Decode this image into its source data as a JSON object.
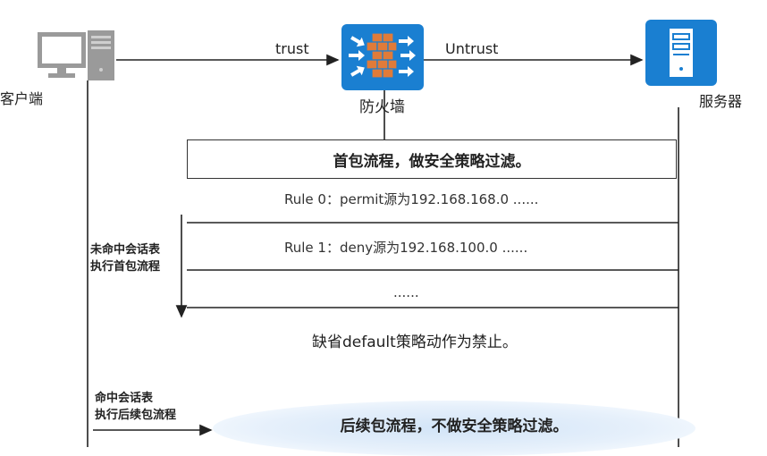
{
  "nodes": {
    "client_label": "客户端",
    "firewall_label": "防火墙",
    "server_label": "服务器"
  },
  "links": {
    "trust_label": "trust",
    "untrust_label": "Untrust"
  },
  "first_packet": {
    "title": "首包流程，做安全策略过滤。",
    "rule0": "Rule 0：permit源为192.168.168.0 ......",
    "rule1": "Rule 1：deny源为192.168.100.0   ......",
    "ellipsis": "......",
    "default_rule": "缺省default策略动作为禁止。"
  },
  "side_notes": {
    "miss_line1": "未命中会话表",
    "miss_line2": "执行首包流程",
    "hit_line1": "命中会话表",
    "hit_line2": "执行后续包流程"
  },
  "subsequent": {
    "title": "后续包流程，不做安全策略过滤。"
  },
  "colors": {
    "firewall_blue": "#1a7fd1",
    "server_blue": "#1a7fd1",
    "brick": "#e07b39",
    "pc_gray": "#9a9a9a"
  }
}
